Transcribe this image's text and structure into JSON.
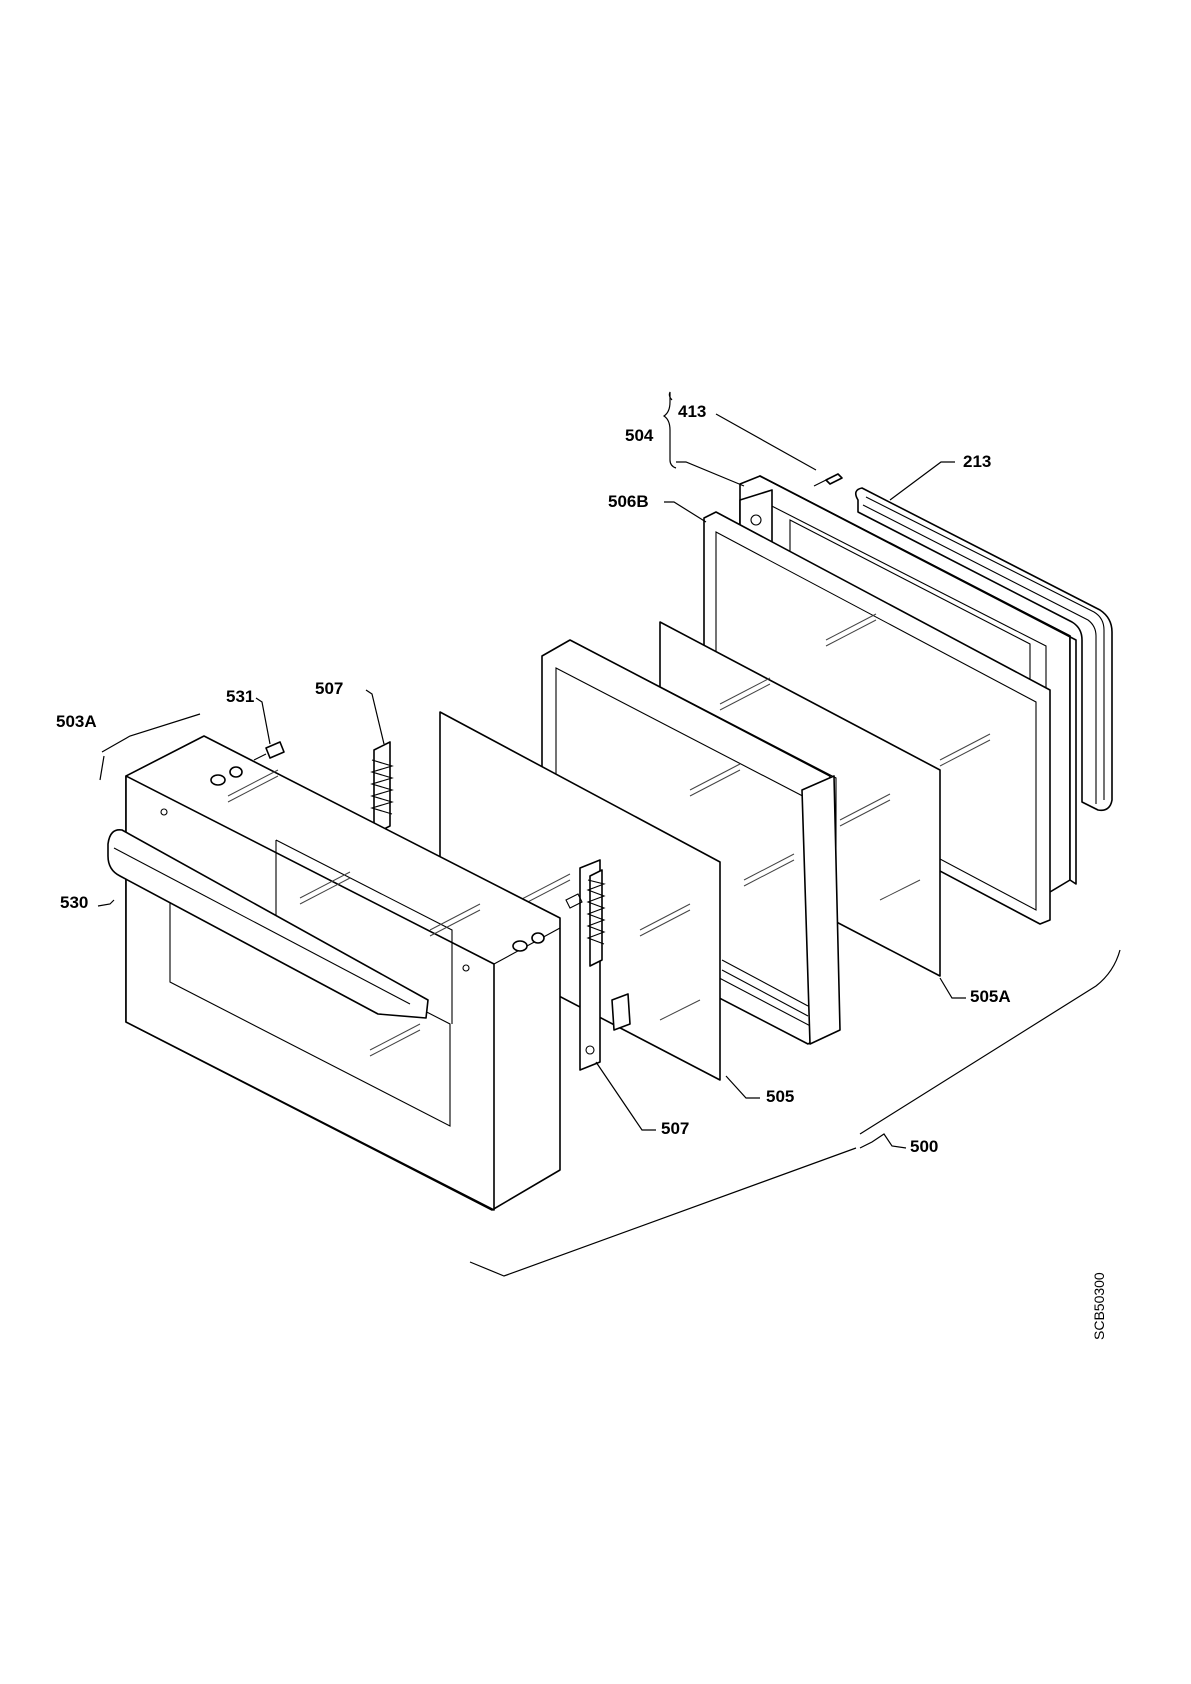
{
  "callouts": {
    "c413": "413",
    "c504": "504",
    "c213": "213",
    "c506B": "506B",
    "c531": "531",
    "c507a": "507",
    "c503A": "503A",
    "c530": "530",
    "c505A": "505A",
    "c505": "505",
    "c507b": "507",
    "c500": "500"
  },
  "drawing_code": "SCB50300"
}
